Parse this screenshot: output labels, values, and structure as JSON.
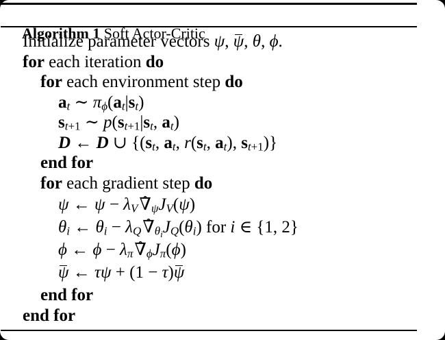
{
  "window": {
    "background_color": "#000000",
    "page_color": "#ffffff",
    "text_color": "#000000"
  },
  "header": {
    "label_bold": "Algorithm 1",
    "label_rest": " Soft Actor-Critic"
  },
  "algorithm": {
    "lines": [
      {
        "indent": 1,
        "tokens": [
          {
            "v": "Initialize parameter vectors ",
            "c": ""
          },
          {
            "v": "ψ",
            "c": "i"
          },
          {
            "v": ", ",
            "c": ""
          },
          {
            "v": "ψ",
            "c": "i bar"
          },
          {
            "v": ", ",
            "c": ""
          },
          {
            "v": "θ",
            "c": "i"
          },
          {
            "v": ", ",
            "c": ""
          },
          {
            "v": "ϕ",
            "c": "i"
          },
          {
            "v": ".",
            "c": ""
          }
        ]
      },
      {
        "indent": 1,
        "tokens": [
          {
            "v": "for",
            "c": "b"
          },
          {
            "v": " each iteration ",
            "c": ""
          },
          {
            "v": "do",
            "c": "b"
          }
        ]
      },
      {
        "indent": 2,
        "tokens": [
          {
            "v": "for",
            "c": "b"
          },
          {
            "v": " each environment step ",
            "c": ""
          },
          {
            "v": "do",
            "c": "b"
          }
        ]
      },
      {
        "indent": 3,
        "tokens": [
          {
            "v": "a",
            "c": "b"
          },
          {
            "v": "t",
            "c": "i sub"
          },
          {
            "v": " ∼ ",
            "c": ""
          },
          {
            "v": "π",
            "c": "i"
          },
          {
            "v": "ϕ",
            "c": "i sub"
          },
          {
            "v": "(",
            "c": ""
          },
          {
            "v": "a",
            "c": "b"
          },
          {
            "v": "t",
            "c": "i sub"
          },
          {
            "v": "|",
            "c": ""
          },
          {
            "v": "s",
            "c": "b"
          },
          {
            "v": "t",
            "c": "i sub"
          },
          {
            "v": ")",
            "c": ""
          }
        ]
      },
      {
        "indent": 3,
        "tokens": [
          {
            "v": "s",
            "c": "b"
          },
          {
            "v": "t",
            "c": "i sub"
          },
          {
            "v": "+1",
            "c": "sub"
          },
          {
            "v": " ∼ ",
            "c": ""
          },
          {
            "v": "p",
            "c": "i"
          },
          {
            "v": "(",
            "c": ""
          },
          {
            "v": "s",
            "c": "b"
          },
          {
            "v": "t",
            "c": "i sub"
          },
          {
            "v": "+1",
            "c": "sub"
          },
          {
            "v": "|",
            "c": ""
          },
          {
            "v": "s",
            "c": "b"
          },
          {
            "v": "t",
            "c": "i sub"
          },
          {
            "v": ", ",
            "c": ""
          },
          {
            "v": "a",
            "c": "b"
          },
          {
            "v": "t",
            "c": "i sub"
          },
          {
            "v": ")",
            "c": ""
          }
        ]
      },
      {
        "indent": 3,
        "tokens": [
          {
            "v": "D",
            "c": "cal"
          },
          {
            "v": " ← ",
            "c": ""
          },
          {
            "v": "D",
            "c": "cal"
          },
          {
            "v": " ∪ {(",
            "c": ""
          },
          {
            "v": "s",
            "c": "b"
          },
          {
            "v": "t",
            "c": "i sub"
          },
          {
            "v": ", ",
            "c": ""
          },
          {
            "v": "a",
            "c": "b"
          },
          {
            "v": "t",
            "c": "i sub"
          },
          {
            "v": ", ",
            "c": ""
          },
          {
            "v": "r",
            "c": "i"
          },
          {
            "v": "(",
            "c": ""
          },
          {
            "v": "s",
            "c": "b"
          },
          {
            "v": "t",
            "c": "i sub"
          },
          {
            "v": ", ",
            "c": ""
          },
          {
            "v": "a",
            "c": "b"
          },
          {
            "v": "t",
            "c": "i sub"
          },
          {
            "v": "), ",
            "c": ""
          },
          {
            "v": "s",
            "c": "b"
          },
          {
            "v": "t",
            "c": "i sub"
          },
          {
            "v": "+1",
            "c": "sub"
          },
          {
            "v": ")}",
            "c": ""
          }
        ]
      },
      {
        "indent": 2,
        "tokens": [
          {
            "v": "end for",
            "c": "b"
          }
        ]
      },
      {
        "indent": 2,
        "tokens": [
          {
            "v": "for",
            "c": "b"
          },
          {
            "v": " each gradient step ",
            "c": ""
          },
          {
            "v": "do",
            "c": "b"
          }
        ]
      },
      {
        "indent": 3,
        "tokens": [
          {
            "v": "ψ",
            "c": "i"
          },
          {
            "v": " ← ",
            "c": ""
          },
          {
            "v": "ψ",
            "c": "i"
          },
          {
            "v": " − ",
            "c": ""
          },
          {
            "v": "λ",
            "c": "i"
          },
          {
            "v": "V",
            "c": "i sub"
          },
          {
            "v": "∇",
            "c": "hat"
          },
          {
            "v": "ψ",
            "c": "i sub"
          },
          {
            "v": "J",
            "c": "i"
          },
          {
            "v": "V",
            "c": "i sub"
          },
          {
            "v": "(",
            "c": ""
          },
          {
            "v": "ψ",
            "c": "i"
          },
          {
            "v": ")",
            "c": ""
          }
        ]
      },
      {
        "indent": 3,
        "tokens": [
          {
            "v": "θ",
            "c": "i"
          },
          {
            "v": "i",
            "c": "i sub"
          },
          {
            "v": " ← ",
            "c": ""
          },
          {
            "v": "θ",
            "c": "i"
          },
          {
            "v": "i",
            "c": "i sub"
          },
          {
            "v": " − ",
            "c": ""
          },
          {
            "v": "λ",
            "c": "i"
          },
          {
            "v": "Q",
            "c": "i sub"
          },
          {
            "v": "∇",
            "c": "hat"
          },
          {
            "v": "θ",
            "c": "i sub"
          },
          {
            "v": "i",
            "c": "i sub2"
          },
          {
            "v": "J",
            "c": "i"
          },
          {
            "v": "Q",
            "c": "i sub"
          },
          {
            "v": "(",
            "c": ""
          },
          {
            "v": "θ",
            "c": "i"
          },
          {
            "v": "i",
            "c": "i sub"
          },
          {
            "v": ") for ",
            "c": ""
          },
          {
            "v": "i",
            "c": "i"
          },
          {
            "v": " ∈ {1, 2}",
            "c": ""
          }
        ]
      },
      {
        "indent": 3,
        "tokens": [
          {
            "v": "ϕ",
            "c": "i"
          },
          {
            "v": " ← ",
            "c": ""
          },
          {
            "v": "ϕ",
            "c": "i"
          },
          {
            "v": " − ",
            "c": ""
          },
          {
            "v": "λ",
            "c": "i"
          },
          {
            "v": "π",
            "c": "i sub"
          },
          {
            "v": "∇",
            "c": "hat"
          },
          {
            "v": "ϕ",
            "c": "i sub"
          },
          {
            "v": "J",
            "c": "i"
          },
          {
            "v": "π",
            "c": "i sub"
          },
          {
            "v": "(",
            "c": ""
          },
          {
            "v": "ϕ",
            "c": "i"
          },
          {
            "v": ")",
            "c": ""
          }
        ]
      },
      {
        "indent": 3,
        "tokens": [
          {
            "v": "ψ",
            "c": "i bar"
          },
          {
            "v": " ← ",
            "c": ""
          },
          {
            "v": "τ",
            "c": "i"
          },
          {
            "v": "ψ",
            "c": "i"
          },
          {
            "v": " + (1 − ",
            "c": ""
          },
          {
            "v": "τ",
            "c": "i"
          },
          {
            "v": ")",
            "c": ""
          },
          {
            "v": "ψ",
            "c": "i bar"
          }
        ]
      },
      {
        "indent": 2,
        "tokens": [
          {
            "v": "end for",
            "c": "b"
          }
        ]
      },
      {
        "indent": 1,
        "tokens": [
          {
            "v": "end for",
            "c": "b"
          }
        ]
      }
    ]
  }
}
